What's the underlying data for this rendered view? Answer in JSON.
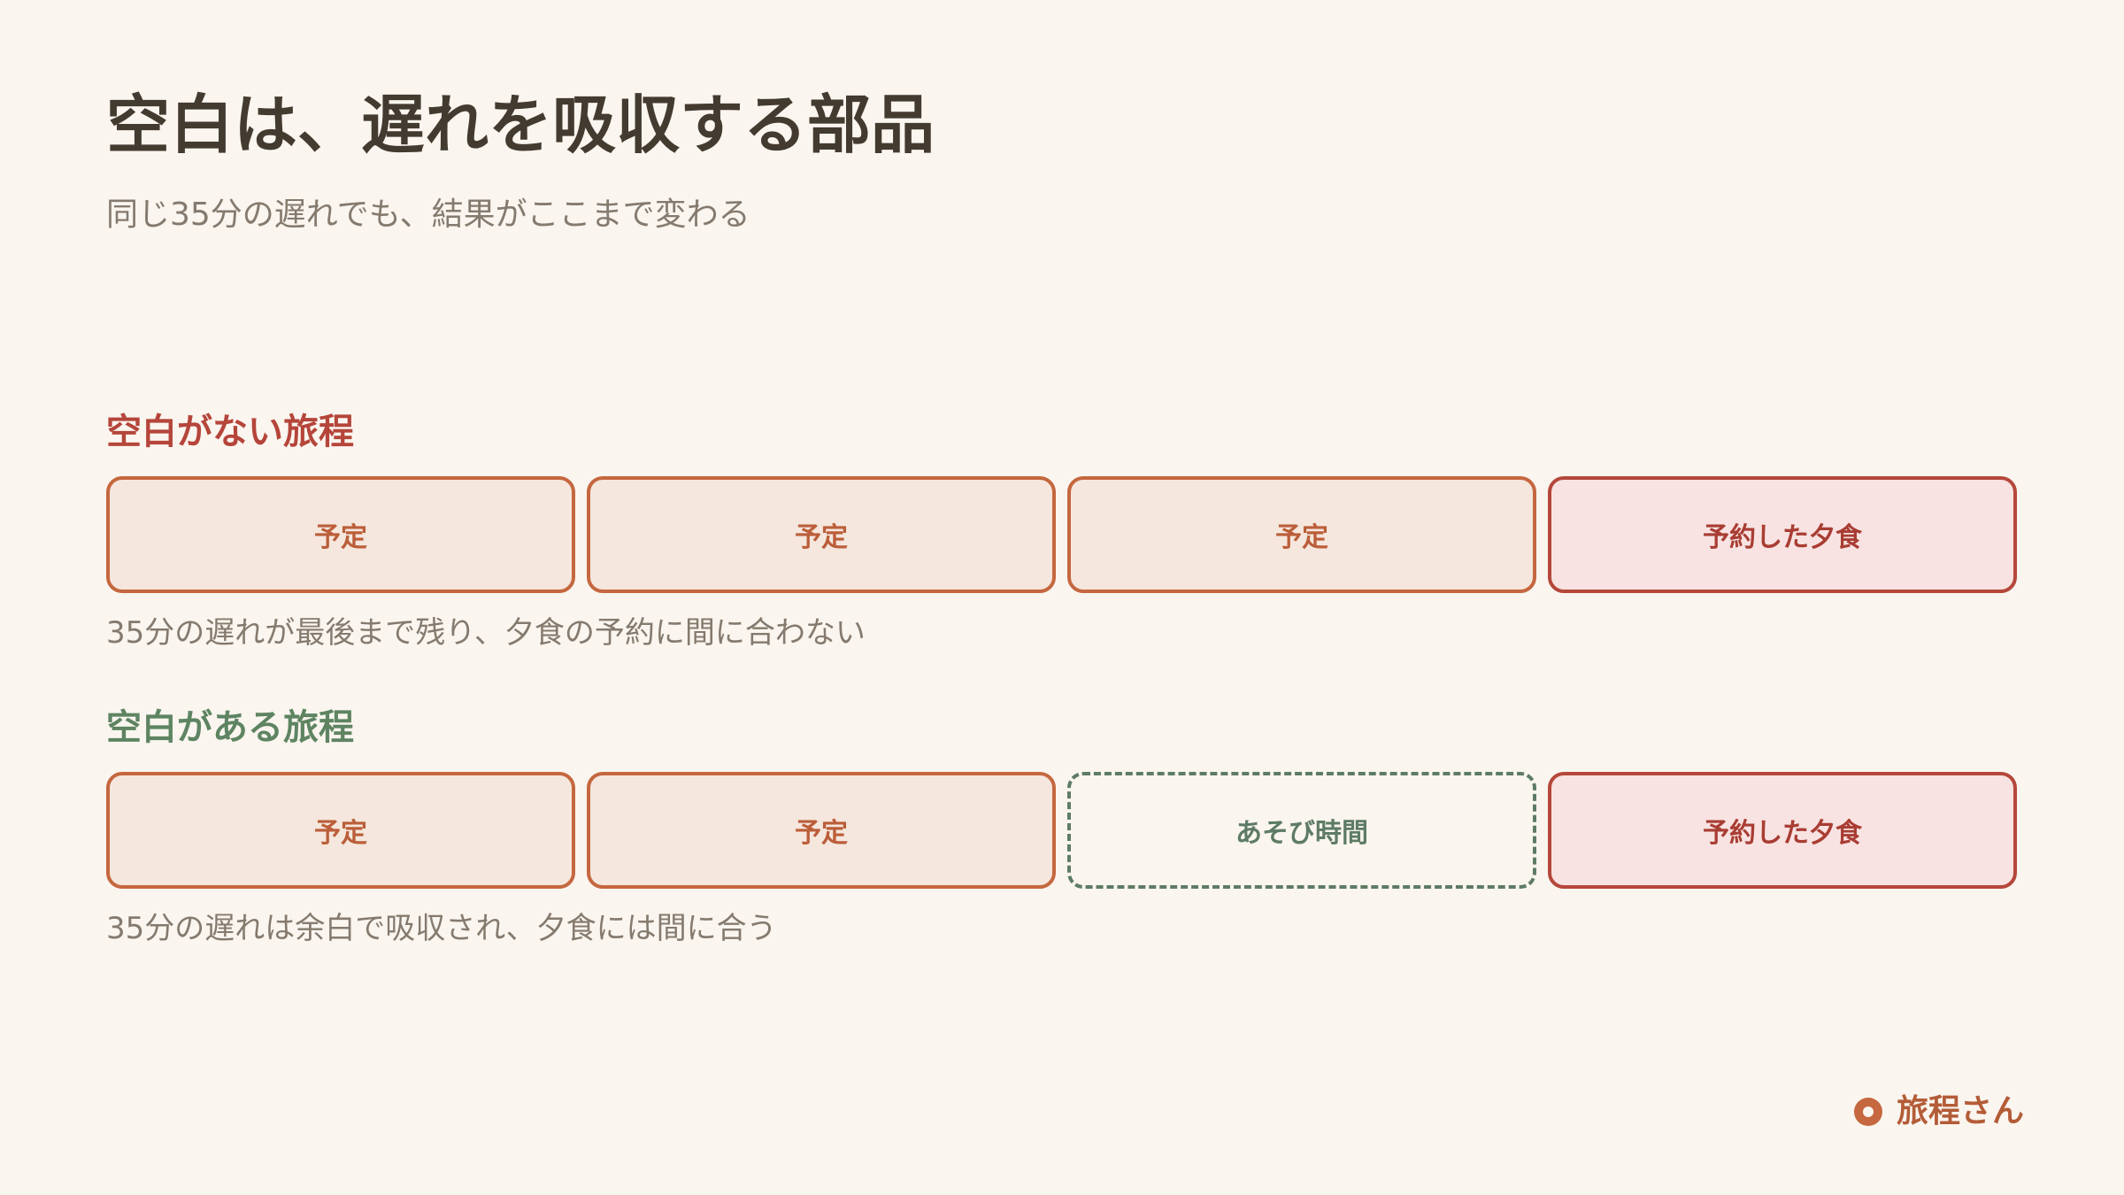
{
  "header": {
    "title": "空白は、遅れを吸収する部品",
    "subtitle": "同じ35分の遅れでも、結果がここまで変わる"
  },
  "sections": {
    "no_buffer": {
      "label": "空白がない旅程",
      "blocks": [
        "予定",
        "予定",
        "予定",
        "予約した夕食"
      ],
      "note": "35分の遅れが最後まで残り、夕食の予約に間に合わない"
    },
    "with_buffer": {
      "label": "空白がある旅程",
      "blocks": [
        "予定",
        "予定",
        "あそび時間",
        "予約した夕食"
      ],
      "note": "35分の遅れは余白で吸収され、夕食には間に合う"
    }
  },
  "brand": {
    "name": "旅程さん",
    "icon": "ring-dot-icon"
  },
  "colors": {
    "background": "#faf5ef",
    "title": "#433a30",
    "muted_text": "#857a6e",
    "plan_border": "#c5673f",
    "plan_fill": "#f5e7dd",
    "dinner_border": "#b5473b",
    "dinner_fill": "#f8e3e2",
    "buffer_border": "#5e7b65",
    "bad_label": "#b5453a",
    "good_label": "#5e8462"
  }
}
